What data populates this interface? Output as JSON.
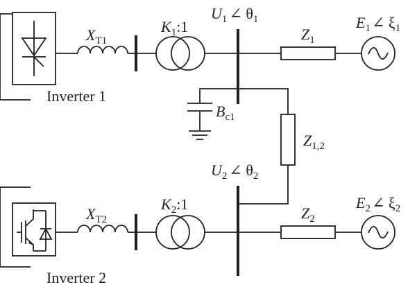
{
  "diagram": {
    "inverter1_label": "Inverter 1",
    "inverter2_label": "Inverter 2",
    "xt1": {
      "main": "X",
      "sub": "T1"
    },
    "xt2": {
      "main": "X",
      "sub": "T2"
    },
    "k1": {
      "main": "K",
      "sub": "1",
      "tail": ":1"
    },
    "k2": {
      "main": "K",
      "sub": "2",
      "tail": ":1"
    },
    "u1": {
      "main": "U",
      "sub": "1",
      "angle": "∠ θ",
      "angle_sub": "1"
    },
    "u2": {
      "main": "U",
      "sub": "2",
      "angle": "∠ θ",
      "angle_sub": "2"
    },
    "z1": {
      "main": "Z",
      "sub": "1"
    },
    "z2": {
      "main": "Z",
      "sub": "2"
    },
    "z12": {
      "main": "Z",
      "sub": "1,2"
    },
    "bc1": {
      "main": "B",
      "sub": "c1"
    },
    "e1": {
      "main": "E",
      "sub": "1",
      "angle": "∠ ξ",
      "angle_sub": "1"
    },
    "e2": {
      "main": "E",
      "sub": "2",
      "angle": "∠ ξ",
      "angle_sub": "2"
    }
  }
}
